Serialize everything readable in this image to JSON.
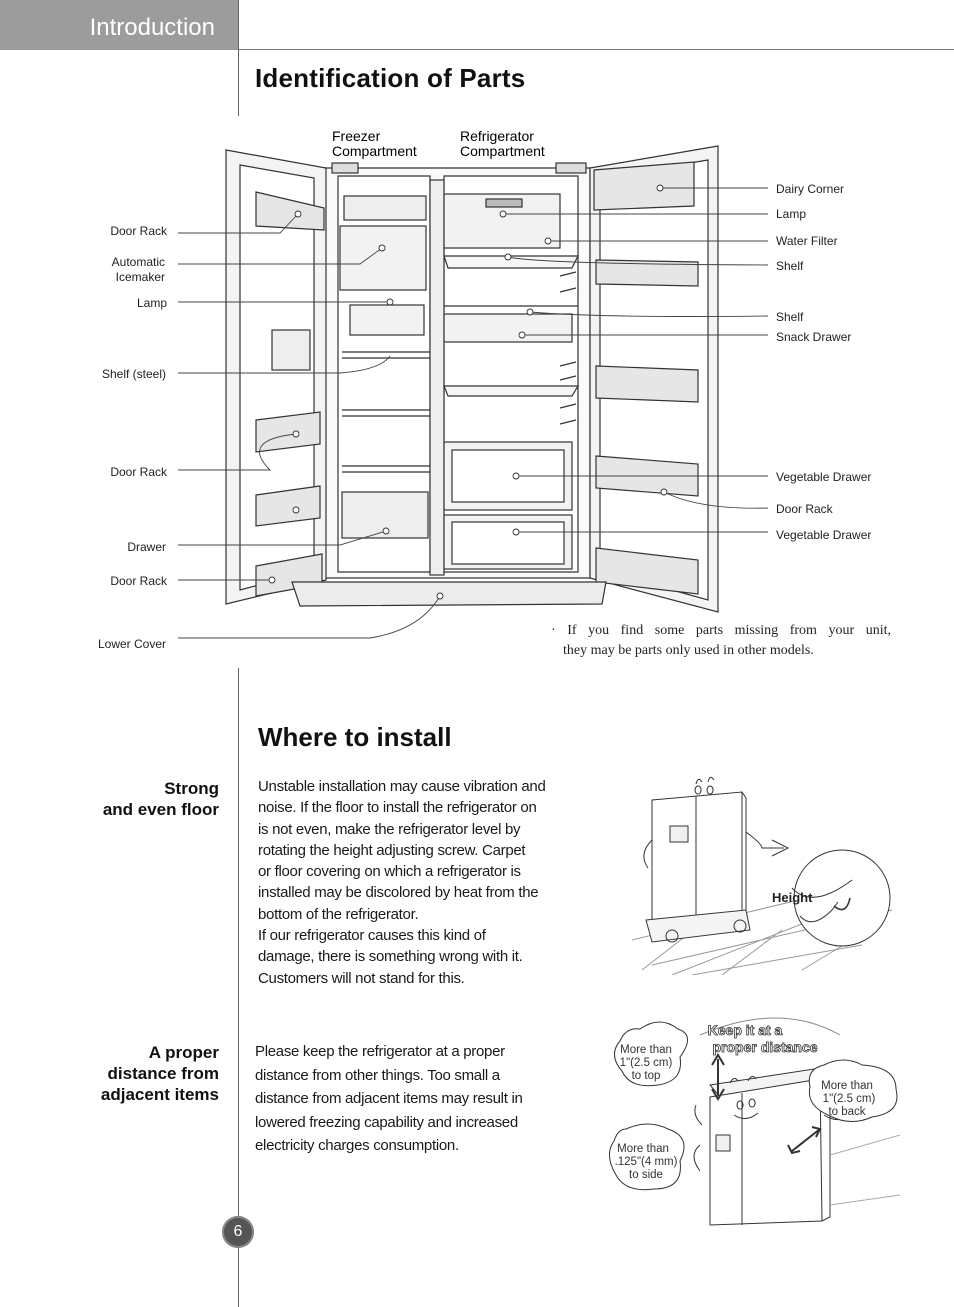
{
  "header": {
    "section": "Introduction"
  },
  "parts": {
    "title": "Identification  of  Parts",
    "compartments": {
      "freezer": [
        "Freezer",
        "Compartment"
      ],
      "refrigerator": [
        "Refrigerator",
        "Compartment"
      ]
    },
    "left_labels": [
      "Door  Rack",
      "Automatic",
      "Icemaker",
      "Lamp",
      "Shelf  (steel)",
      "Door  Rack",
      "Drawer",
      "Door  Rack",
      "Lower  Cover"
    ],
    "right_labels": [
      "Dairy  Corner",
      "Lamp",
      "Water  Filter",
      "Shelf",
      "Shelf",
      "Snack  Drawer",
      "Vegetable  Drawer",
      "Door  Rack",
      "Vegetable  Drawer"
    ],
    "note_line1": "·  If  you  find  some  parts  missing  from  your  unit,",
    "note_line2": "they  may  be  parts only used  in other  models."
  },
  "install": {
    "title": "Where to install",
    "floor": {
      "heading_line1": "Strong",
      "heading_line2": "and even floor",
      "lines": [
        "Unstable installation may cause vibration and",
        "noise. If the floor to install the refrigerator on",
        "is not even, make the refrigerator level by",
        "rotating the height adjusting screw. Carpet",
        "or floor covering on which a refrigerator is",
        "installed may be discolored by heat from the",
        "bottom of the refrigerator.",
        "If our refrigerator causes this kind of",
        "damage, there is something wrong with it.",
        "Customers will not stand for this."
      ],
      "figure_label": "Height"
    },
    "distance": {
      "heading_line1": "A proper",
      "heading_line2": "distance from",
      "heading_line3": "adjacent items",
      "lines": [
        "Please keep the refrigerator at a proper",
        "distance from other things. Too small a",
        "distance from adjacent items may result in",
        "lowered freezing capability and increased",
        "electricity charges consumption."
      ],
      "banner_line1": "Keep it at a",
      "banner_line2": "proper distance",
      "cloud_top": [
        "More than",
        "1\"(2.5 cm)",
        "to top"
      ],
      "cloud_back": [
        "More than",
        "1\"(2.5 cm)",
        "to back"
      ],
      "cloud_side": [
        "More than",
        ".125\"(4 mm)",
        "to side"
      ]
    }
  },
  "page_number": "6"
}
